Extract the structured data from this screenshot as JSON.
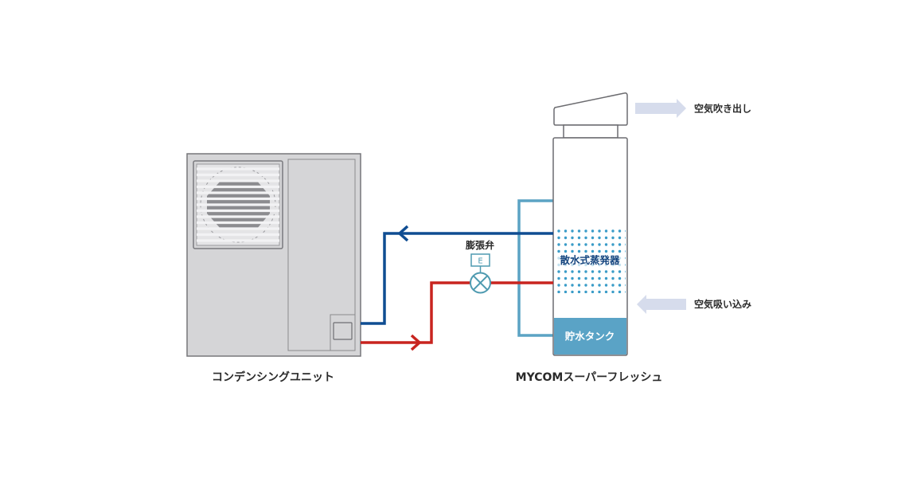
{
  "diagram": {
    "condensing_unit_label": "コンデンシングユニット",
    "mycom_label": "MYCOMスーパーフレッシュ",
    "expansion_valve_label": "膨張弁",
    "expansion_valve_letter": "E",
    "evaporator_label": "散水式蒸発器",
    "tank_label": "貯水タンク",
    "air_out_label": "空気吹き出し",
    "air_in_label": "空気吸い込み"
  },
  "colors": {
    "blue_line": "#0f4d92",
    "red_line": "#c8241f",
    "water_line": "#5ba3c4",
    "unit_body": "#d5d5d7",
    "unit_border": "#77777a",
    "fan_dark": "#8c8c90",
    "evaporator_dots": "#3a9cc8",
    "evaporator_text": "#14447e",
    "tank_fill": "#5aa3c6",
    "air_arrow": "#d6dcec",
    "text_dark": "#2a2a2a"
  }
}
